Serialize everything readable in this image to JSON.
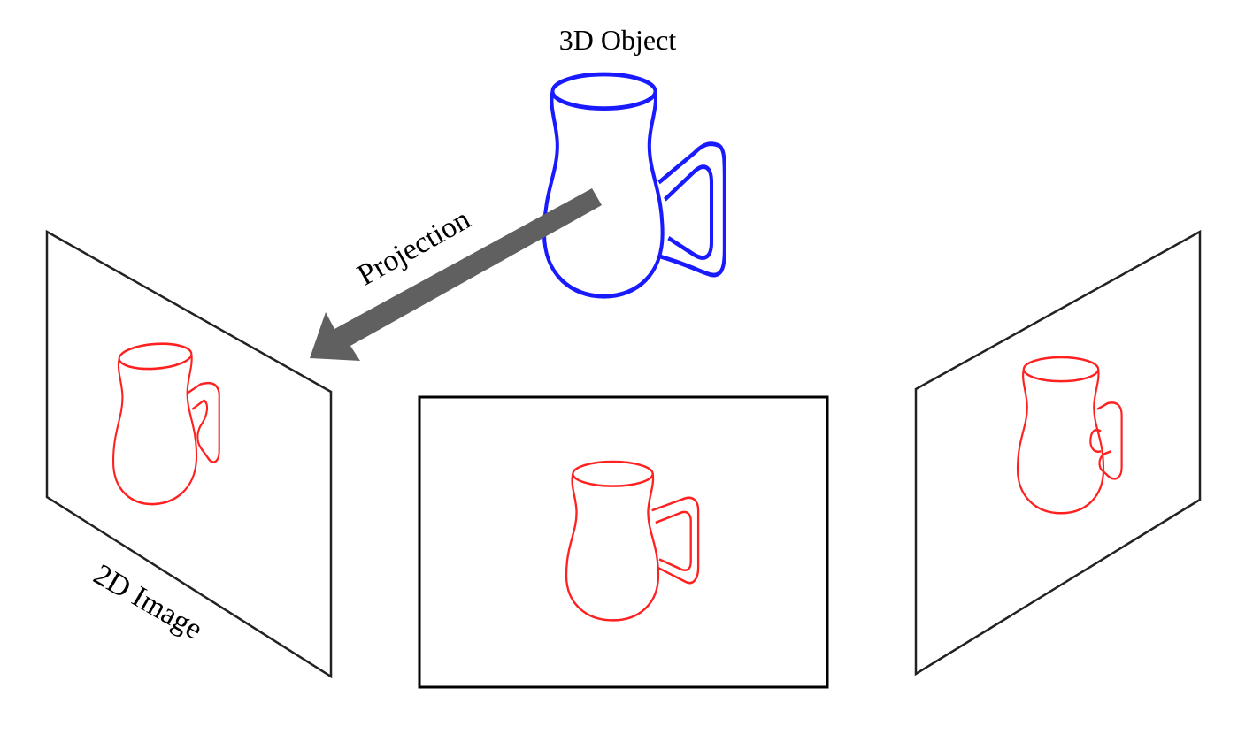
{
  "labels": {
    "object_label": "3D Object",
    "arrow_label": "Projection",
    "image_label": "2D Image"
  },
  "colors": {
    "object_stroke": "#1a1aff",
    "projection_stroke": "#ff2020",
    "arrow_fill": "#606060",
    "plane_stroke": "#222222",
    "frame_stroke": "#000000"
  },
  "icons": {
    "object": "jug-outline-icon",
    "projection": "jug-outline-icon",
    "arrow": "arrow-icon"
  }
}
